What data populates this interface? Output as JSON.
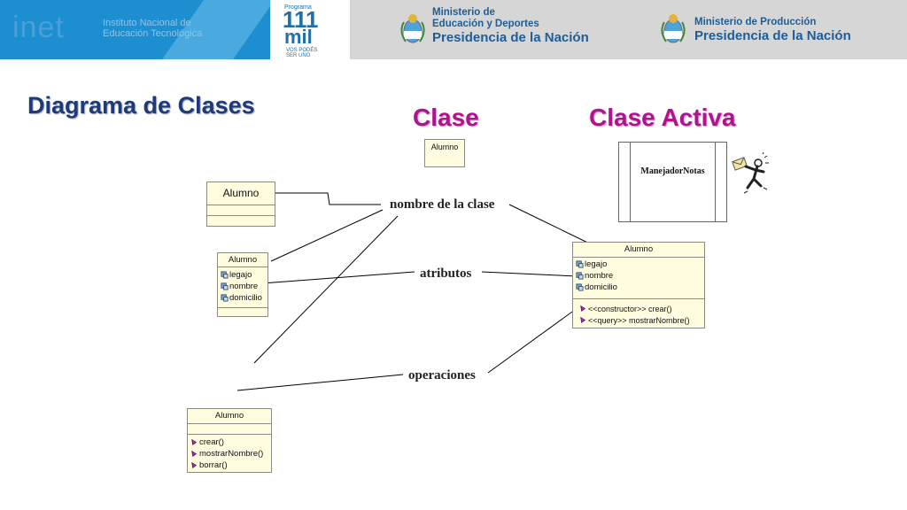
{
  "header": {
    "inet_word": "inet",
    "inet_sub_1": "Instituto Nacional de",
    "inet_sub_2": "Educación Tecnológica",
    "program_small": "Programa",
    "program_number": "111",
    "program_word": "mil",
    "program_foot_1": "VOS PODÉS",
    "program_foot_2": "SER UNO",
    "ministry1_line1": "Ministerio de",
    "ministry1_line2": "Educación y Deportes",
    "ministry1_line3": "Presidencia de la Nación",
    "ministry2_line1": "Ministerio de Producción",
    "ministry2_line2": "Presidencia de la Nación"
  },
  "slide": {
    "title": "Diagrama de Clases",
    "clase_title": "Clase",
    "clase_activa_title": "Clase Activa"
  },
  "labels": {
    "nombre": "nombre de la clase",
    "atributos": "atributos",
    "operaciones": "operaciones"
  },
  "classes": {
    "clase_small": {
      "name": "Alumno"
    },
    "activa": {
      "name": "ManejadorNotas"
    },
    "name_only": {
      "name": "Alumno"
    },
    "attrs_only": {
      "name": "Alumno",
      "attributes": [
        "legajo",
        "nombre",
        "domicilio"
      ]
    },
    "ops_only": {
      "name": "Alumno",
      "operations": [
        "crear()",
        "mostrarNombre()",
        "borrar()"
      ]
    },
    "full": {
      "name": "Alumno",
      "attributes": [
        "legajo",
        "nombre",
        "domicilio"
      ],
      "operations": [
        "<<constructor>> crear()",
        "<<query>> mostrarNombre()"
      ]
    }
  },
  "colors": {
    "title_blue": "#1f3a78",
    "title_magenta": "#b0138f",
    "class_fill": "#fffce0",
    "header_blue": "#1d8fd0"
  },
  "icons": {
    "attribute": "attribute-icon",
    "operation": "operation-icon",
    "active_figure": "running-figure-icon"
  }
}
